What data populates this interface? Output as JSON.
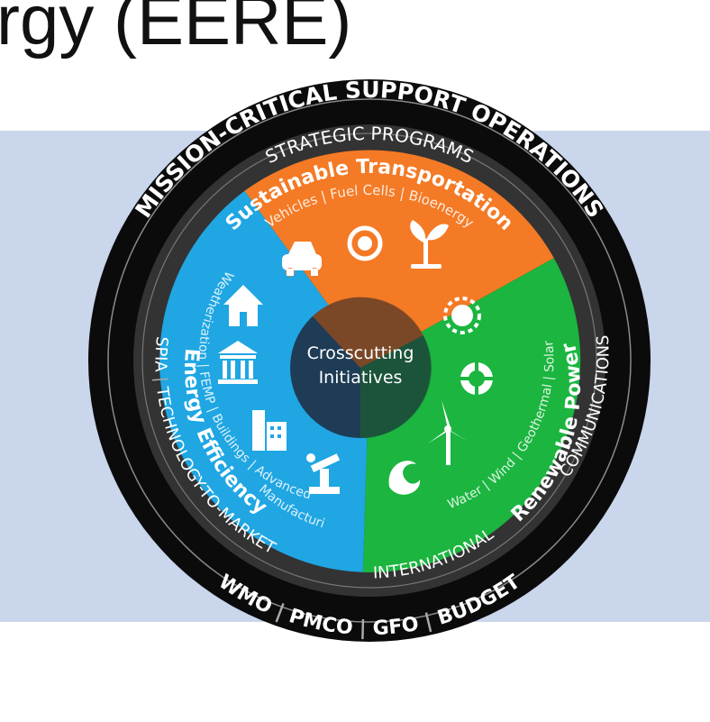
{
  "page": {
    "title_partial": "rgy (EERE)"
  },
  "colors": {
    "background_panel": "#c9d6ec",
    "outer_ring": "#0b0b0b",
    "mid_ring": "#333333",
    "transportation": "#f47a25",
    "efficiency": "#1fa6e3",
    "renewable": "#1bb53f",
    "center": "#1f3c56"
  },
  "diagram": {
    "outer_ring": {
      "top_label": "MISSION-CRITICAL SUPPORT OPERATIONS",
      "bottom_items": [
        "WMO",
        "PMCO",
        "GFO",
        "BUDGET"
      ]
    },
    "middle_ring": {
      "top_label": "STRATEGIC PROGRAMS",
      "left_items": [
        "SPIA",
        "TECHNOLOGY-TO-MARKET"
      ],
      "bottom_item": "INTERNATIONAL",
      "right_item": "COMMUNICATIONS"
    },
    "sectors": {
      "transportation": {
        "title": "Sustainable Transportation",
        "subtitle": "Vehicles | Fuel Cells | Bioenergy",
        "icons": [
          "car-icon",
          "hydrogen-icon",
          "plant-icon"
        ]
      },
      "efficiency": {
        "title": "Energy Efficiency",
        "subtitle": "Weatherization | FEMP | Buildings | Advanced Manufacturing",
        "subtitle_lines": [
          "Weatherization | FEMP | Buildings | Advanced",
          "Manufacturing"
        ],
        "icons": [
          "house-icon",
          "government-building-icon",
          "office-building-icon",
          "robot-arm-icon"
        ]
      },
      "renewable": {
        "title": "Renewable Power",
        "subtitle": "Water | Wind | Geothermal | Solar",
        "icons": [
          "sun-icon",
          "geothermal-icon",
          "wind-turbine-icon",
          "wave-icon"
        ]
      }
    },
    "center": {
      "line1": "Crosscutting",
      "line2": "Initiatives"
    }
  }
}
